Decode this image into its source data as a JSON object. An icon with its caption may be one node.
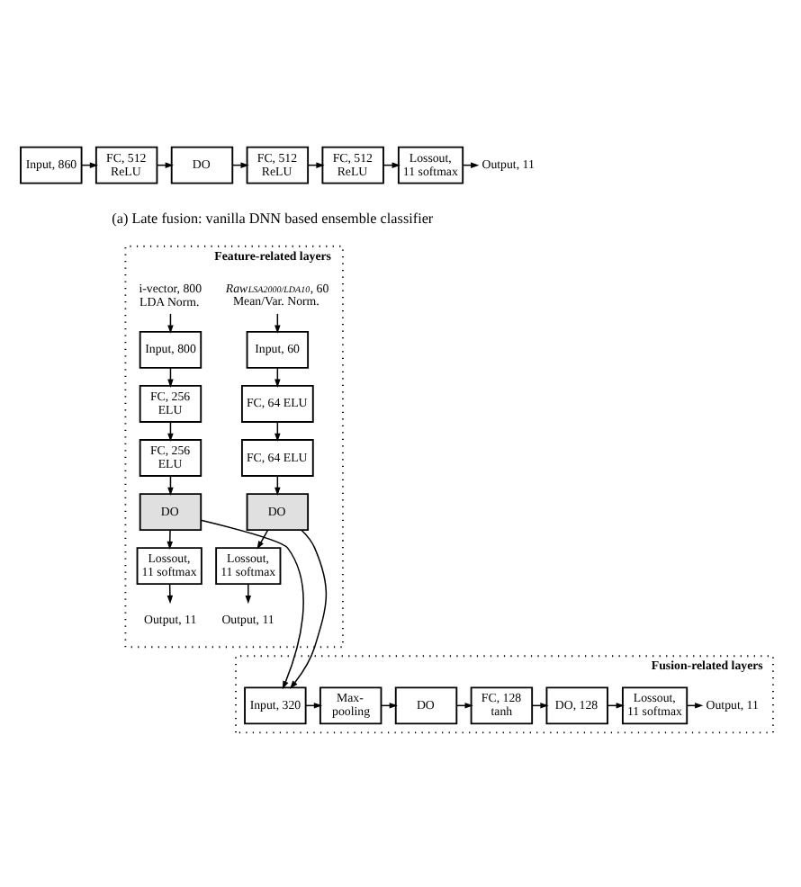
{
  "diagram": {
    "nodes": [
      {
        "text": [
          "Input, 860"
        ]
      },
      {
        "text": [
          "FC, 512 ReLU"
        ]
      },
      {
        "text": [
          "DO"
        ]
      },
      {
        "text": [
          "FC, 512 ReLU"
        ]
      },
      {
        "text": [
          "FC, 512 ReLU"
        ]
      },
      {
        "text": [
          "Lossout, 11 softmax"
        ]
      },
      {
        "text": [
          "Output, 11"
        ]
      },
      {
        "text": [
          "Feature-related layers"
        ]
      },
      {
        "text": [
          "*Raw*$^{LSA2000/LDA10}$, 60 Mean/Var. Norm."
        ],
        "in": 7
      },
      {
        "text": [
          "i-vector, 800 LDA Norm."
        ],
        "in": 7
      },
      {
        "text": [
          "Input, 60"
        ],
        "in": 7
      },
      {
        "text": [
          "FC, 64 ELU"
        ],
        "in": 7
      },
      {
        "text": [
          "FC, 64 ELU"
        ],
        "in": 7
      },
      {
        "text": [
          "DO"
        ],
        "in": 7
      },
      {
        "text": [
          "Lossout, 11 softmax"
        ],
        "in": 7
      },
      {
        "text": [
          "Output, 11"
        ],
        "in": 7
      },
      {
        "text": [
          "Input, 800"
        ],
        "in": 7
      },
      {
        "text": [
          "FC, 256 ELU"
        ],
        "in": 7
      },
      {
        "text": [
          "FC, 256 ELU"
        ],
        "in": 7
      },
      {
        "text": [
          "DO"
        ],
        "in": 7
      },
      {
        "text": [
          "Lossout, 11 softmax"
        ],
        "in": 7
      },
      {
        "text": [
          "Output, 11"
        ],
        "in": 7
      },
      {
        "text": [
          "Fusion-related layers"
        ]
      },
      {
        "text": [
          "Input, 320"
        ],
        "in": 22
      },
      {
        "text": [
          "Max-pooling"
        ],
        "in": 22
      },
      {
        "text": [
          "DO"
        ],
        "in": 22
      },
      {
        "text": [
          "FC, 128 tanh"
        ],
        "in": 22
      },
      {
        "text": [
          "DO, 128"
        ],
        "in": 22
      },
      {
        "text": [
          "Lossout, 11 softmax"
        ],
        "in": 22
      },
      {
        "text": [
          "Output, 11"
        ],
        "in": 22
      }
    ],
    "edges": [
      {
        "from": 0,
        "to": 1,
        "arrow": "to"
      },
      {
        "from": 1,
        "to": 2,
        "arrow": "to"
      },
      {
        "from": 2,
        "to": 3,
        "arrow": "to"
      },
      {
        "from": 3,
        "to": 4,
        "arrow": "to"
      },
      {
        "from": 4,
        "to": 5,
        "arrow": "to"
      },
      {
        "from": 5,
        "to": 6,
        "arrow": "to"
      },
      {
        "from": 8,
        "to": 10,
        "arrow": "to"
      },
      {
        "from": 10,
        "to": 11,
        "arrow": "to"
      },
      {
        "from": 11,
        "to": 12,
        "arrow": "to"
      },
      {
        "from": 12,
        "to": 13,
        "arrow": "to"
      },
      {
        "from": 13,
        "to": 14,
        "arrow": "to"
      },
      {
        "from": 14,
        "to": 15,
        "arrow": "to"
      },
      {
        "from": 9,
        "to": 16,
        "arrow": "to"
      },
      {
        "from": 16,
        "to": 17,
        "arrow": "to"
      },
      {
        "from": 17,
        "to": 18,
        "arrow": "to"
      },
      {
        "from": 18,
        "to": 19,
        "arrow": "to"
      },
      {
        "from": 19,
        "to": 20,
        "arrow": "to"
      },
      {
        "from": 20,
        "to": 21,
        "arrow": "to"
      },
      {
        "from": 13,
        "to": 23,
        "arrow": "to"
      },
      {
        "from": 19,
        "to": 23,
        "arrow": "to"
      },
      {
        "from": 23,
        "to": 24,
        "arrow": "to"
      },
      {
        "from": 24,
        "to": 25,
        "arrow": "to"
      },
      {
        "from": 25,
        "to": 26,
        "arrow": "to"
      },
      {
        "from": 26,
        "to": 27,
        "arrow": "to"
      },
      {
        "from": 27,
        "to": 28,
        "arrow": "to"
      },
      {
        "from": 28,
        "to": 29,
        "arrow": "to"
      }
    ],
    "labels": [
      "(a) Late fusion: vanilla DNN based ensemble classifier"
    ]
  }
}
